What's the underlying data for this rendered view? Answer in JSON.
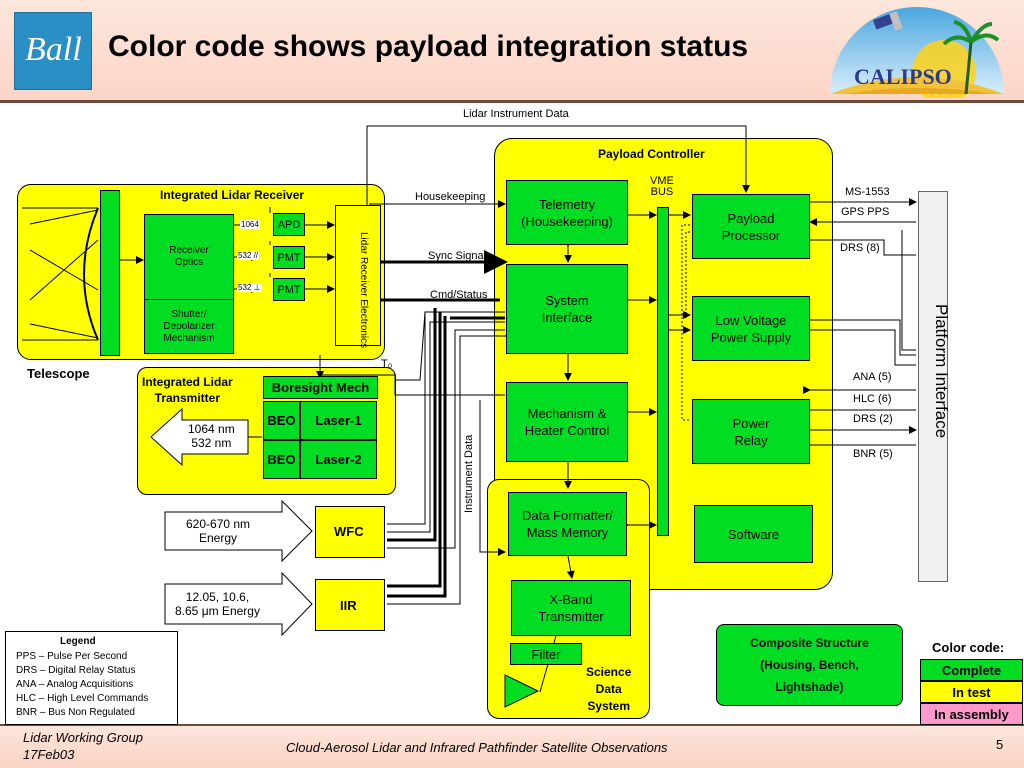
{
  "header": {
    "title": "Color code shows payload integration status",
    "logo_left_text": "Ball",
    "logo_right_text": "CALIPSO"
  },
  "diagram": {
    "lidar_instrument_data": "Lidar Instrument Data",
    "payload_controller": "Payload Controller",
    "vme_bus_1": "VME",
    "vme_bus_2": "BUS",
    "telemetry": [
      "Telemetry",
      "(Housekeeping)"
    ],
    "system_interface": [
      "System",
      "Interface"
    ],
    "mechanism_heater": [
      "Mechanism &",
      "Heater Control"
    ],
    "payload_processor": [
      "Payload",
      "Processor"
    ],
    "low_voltage": [
      "Low Voltage",
      "Power Supply"
    ],
    "power_relay": [
      "Power",
      "Relay"
    ],
    "software": "Software",
    "data_formatter": [
      "Data Formatter/",
      "Mass Memory"
    ],
    "xband": [
      "X-Band",
      "Transmitter"
    ],
    "filter": "Filter",
    "science_data_system": [
      "Science",
      "Data",
      "System"
    ],
    "integrated_lidar_receiver": "Integrated Lidar Receiver",
    "receiver_optics": [
      "Receiver",
      "Optics"
    ],
    "shutter": [
      "Shutter/",
      "Depolarizer",
      "Mechanism"
    ],
    "apd": "APD",
    "pmt1": "PMT",
    "pmt2": "PMT",
    "ch_1064": "1064",
    "ch_532a": "532 //",
    "ch_532b": "532 ⊥",
    "receiver_electronics": "Lidar Receiver Electronics",
    "telescope": "Telescope",
    "integrated_lidar_transmitter": [
      "Integrated Lidar",
      "Transmitter"
    ],
    "boresight_mech": "Boresight Mech",
    "beo1": "BEO",
    "beo2": "BEO",
    "laser1": "Laser-1",
    "laser2": "Laser-2",
    "output_wavelengths": [
      "1064 nm",
      "532 nm"
    ],
    "wfc_energy": [
      "620-670 nm",
      "Energy"
    ],
    "wfc": "WFC",
    "iir_energy": [
      "12.05, 10.6,",
      "8.65 μm Energy"
    ],
    "iir": "IIR",
    "housekeeping": "Housekeeping",
    "sync_signal": "Sync Signal",
    "cmd_status": "Cmd/Status",
    "instrument_data": "Instrument Data",
    "t0": "T₀",
    "platform_interface": "Platform Interface",
    "ms1553": "MS-1553",
    "gps_pps": "GPS PPS",
    "drs8": "DRS (8)",
    "ana5": "ANA (5)",
    "hlc6": "HLC (6)",
    "drs2": "DRS (2)",
    "bnr5": "BNR (5)",
    "composite": [
      "Composite Structure",
      "(Housing, Bench,",
      "Lightshade)"
    ]
  },
  "legend": {
    "title": "Legend",
    "items": [
      "PPS – Pulse Per Second",
      "DRS – Digital Relay Status",
      "ANA – Analog Acquisitions",
      "HLC – High Level Commands",
      "BNR – Bus Non Regulated"
    ]
  },
  "color_code": {
    "title": "Color code:",
    "complete": "Complete",
    "in_test": "In test",
    "in_assembly": "In assembly",
    "complete_color": "#00dd22",
    "in_test_color": "#ffff00",
    "in_assembly_color": "#ff99cc"
  },
  "footer": {
    "group": "Lidar Working Group",
    "date": "17Feb03",
    "mission": "Cloud-Aerosol Lidar and Infrared Pathfinder Satellite Observations",
    "page": "5"
  }
}
